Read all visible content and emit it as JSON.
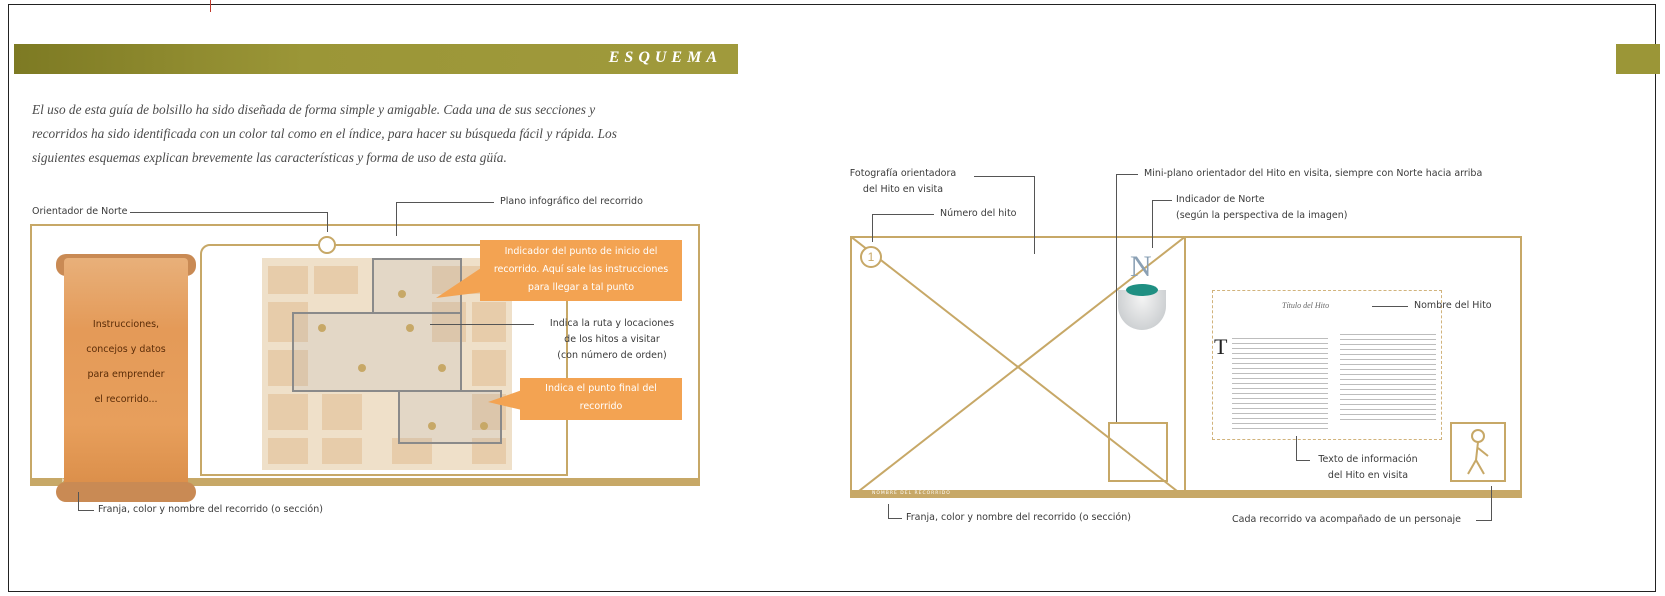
{
  "banner": {
    "title": "ESQUEMA"
  },
  "intro": {
    "line1": "El uso de esta guía de bolsillo ha sido diseñada de forma simple y amigable. Cada una de sus secciones y",
    "line2": "recorridos ha sido identificada con un color tal como en el índice, para hacer su búsqueda fácil y rápida. Los",
    "line3": "siguientes esquemas explican brevemente las características y forma de uso de esta güía."
  },
  "left_diagram": {
    "orientador_norte": "Orientador de Norte",
    "plano_infografico": "Plano infográfico del recorrido",
    "scroll_lines": [
      "Instrucciones,",
      "concejos y datos",
      "para emprender",
      "el recorrido..."
    ],
    "callout_start": [
      "Indicador del punto de inicio del",
      "recorrido. Aquí sale las instrucciones",
      "para llegar a tal punto"
    ],
    "route_label": [
      "Indica la ruta y locaciones",
      "de los hitos a visitar",
      "(con número de orden)"
    ],
    "callout_end": [
      "Indica el punto final del",
      "recorrido"
    ],
    "franja": "Franja, color y nombre del recorrido (o sección)"
  },
  "right_diagram": {
    "fotografia": [
      "Fotografía orientadora",
      "del Hito en visita"
    ],
    "numero_hito": "Número del hito",
    "mini_plano": "Mini-plano orientador del Hito en visita, siempre con Norte hacia arriba",
    "indicador_norte": [
      "Indicador de Norte",
      "(según la perspectiva de la imagen)"
    ],
    "north_letter": "N",
    "titulo_hito": "Título del Hito",
    "nombre_hito": "Nombre del Hito",
    "texto_info": [
      "Texto de información",
      "del Hito en visita"
    ],
    "franja": "Franja, color y nombre del recorrido (o sección)",
    "personaje": "Cada recorrido va acompañado de un personaje",
    "dropcap": "T",
    "number_badge": "1"
  },
  "colors": {
    "banner": "#9b9637",
    "gold": "#c7a867",
    "orange": "#f3a352",
    "scroll": "#e49a58"
  }
}
